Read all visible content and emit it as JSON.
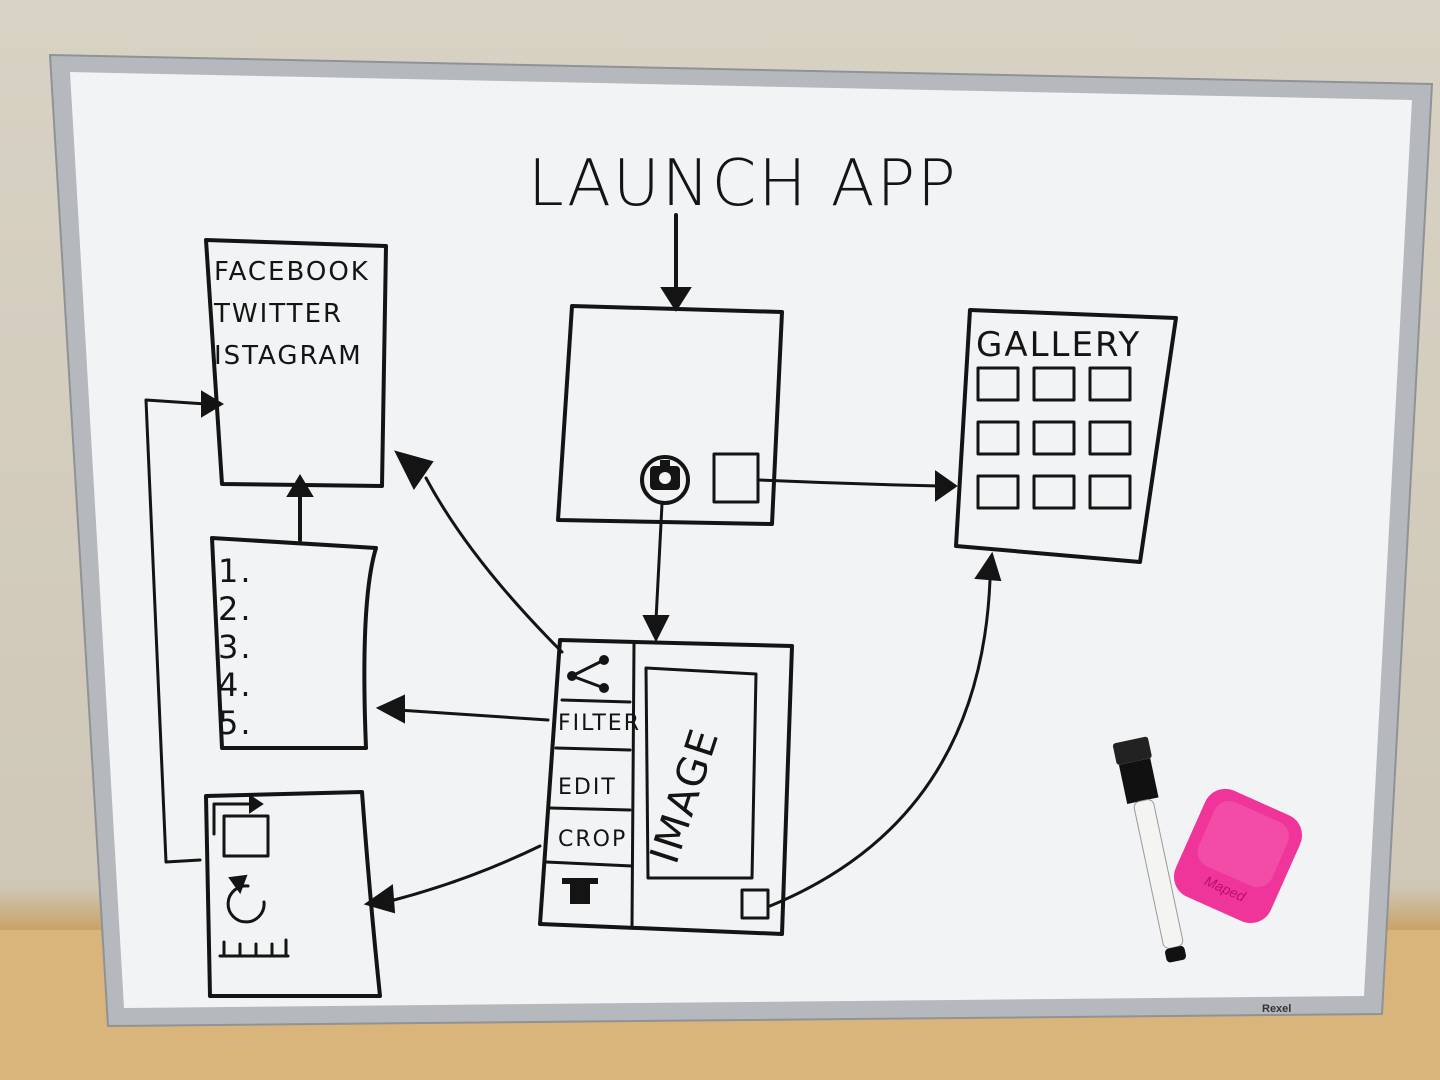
{
  "board": {
    "brand": "Rexel",
    "frame_color": "#b5b8bc",
    "surface_color": "#f1f3f4",
    "ink_color": "#141414"
  },
  "diagram": {
    "title": "LAUNCH APP",
    "social_box": {
      "lines": [
        "FACEBOOK",
        "TWITTER",
        "ISTAGRAM"
      ]
    },
    "list_box": {
      "items": [
        "1.",
        "2.",
        "3.",
        "4.",
        "5."
      ]
    },
    "camera_box": {
      "icon": "camera-icon"
    },
    "gallery_box": {
      "title": "GALLERY",
      "thumbnail_rows": 3,
      "thumbnail_cols": 3
    },
    "editor_box": {
      "share_icon": "share-icon",
      "menu": [
        "FILTER",
        "EDIT",
        "CROP"
      ],
      "hat_icon": "hat-icon",
      "image_label": "IMAGE"
    },
    "crop_box": {
      "icons": [
        "crop-icon",
        "rotate-icon",
        "ruler-icon"
      ]
    }
  },
  "objects": {
    "marker": {
      "color": "#111111"
    },
    "eraser": {
      "color": "#f0359a",
      "brand": "Maped"
    }
  }
}
